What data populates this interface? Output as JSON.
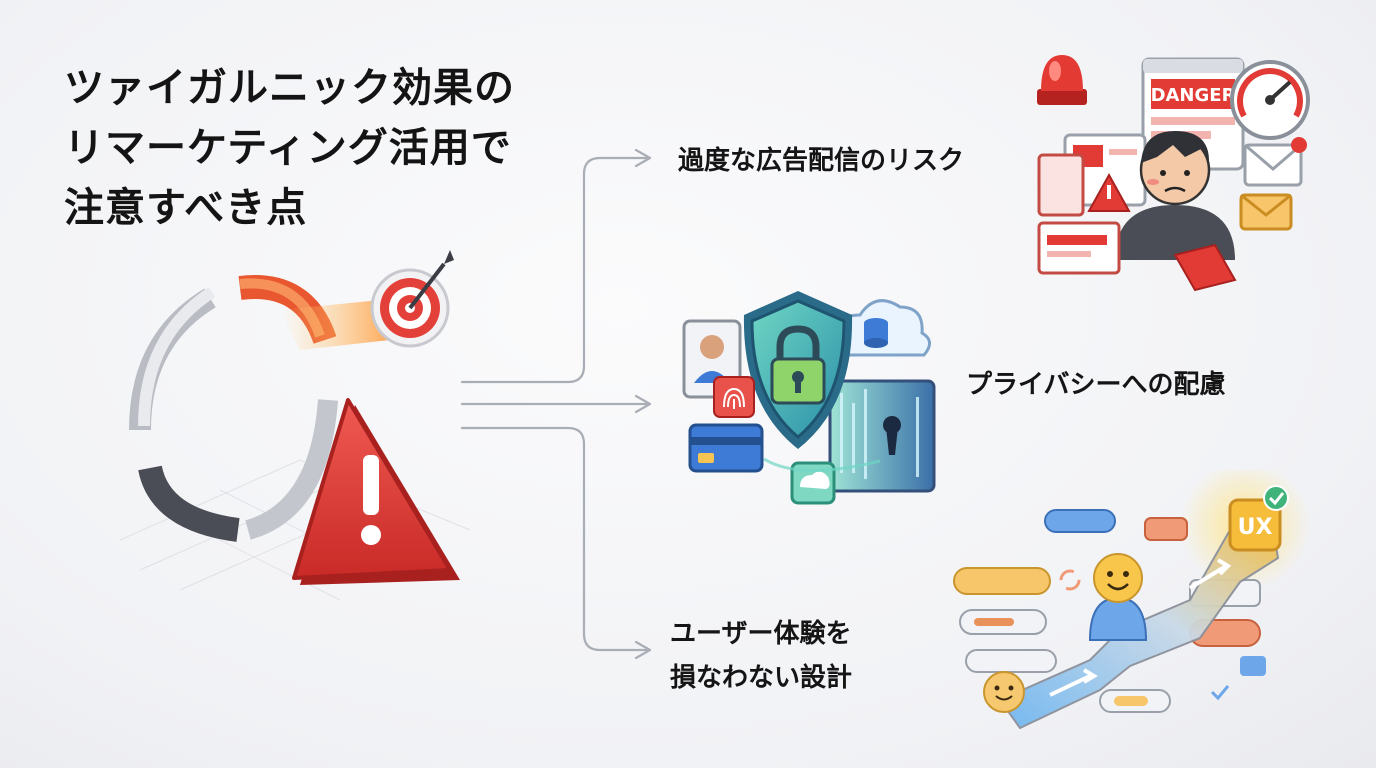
{
  "title_lines": [
    "ツァイガルニック効果の",
    "リマーケティング活用で",
    "注意すべき点"
  ],
  "branches": [
    {
      "label_lines": [
        "過度な広告配信のリスク"
      ],
      "icon": "overloaded-ads-danger-illustration"
    },
    {
      "label_lines": [
        "プライバシーへの配慮"
      ],
      "icon": "privacy-shield-lock-illustration"
    },
    {
      "label_lines": [
        "ユーザー体験を",
        "損なわない設計"
      ],
      "icon": "ux-path-illustration"
    }
  ],
  "danger_sign_text": "DANGER",
  "ux_badge_text": "UX",
  "colors": {
    "warning_red": "#e03a35",
    "shield_teal": "#3fb3a8",
    "ux_yellow": "#f5b731",
    "connector": "#a9adb5"
  }
}
